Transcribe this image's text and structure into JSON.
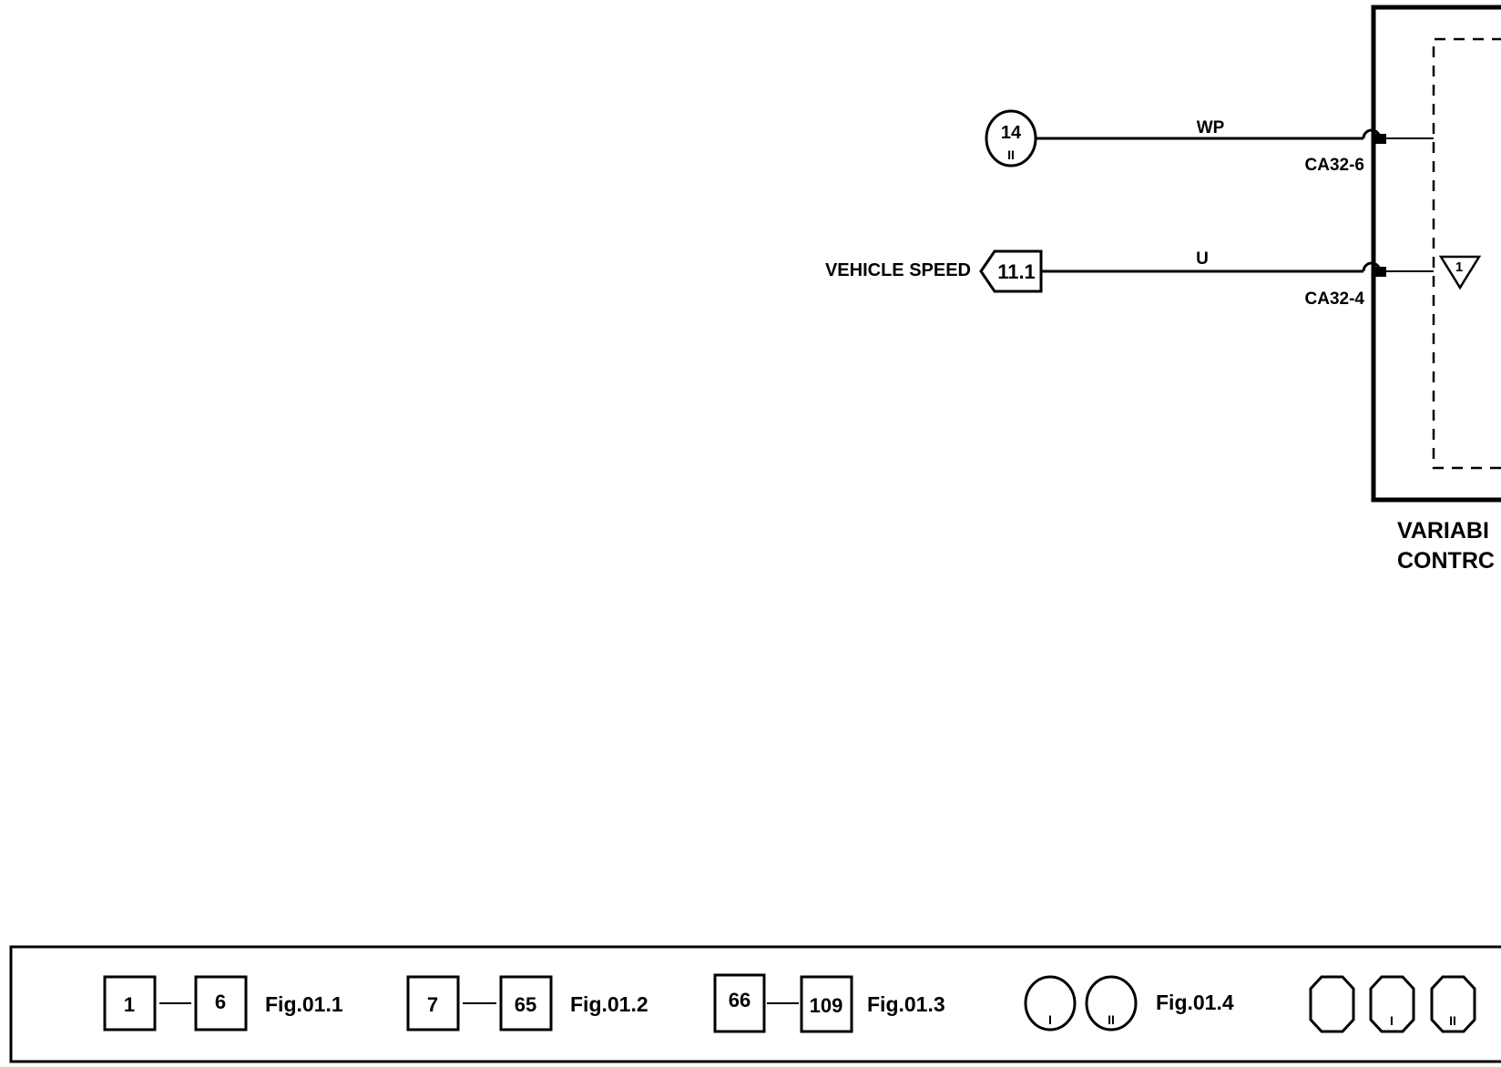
{
  "wires": [
    {
      "color_code": "WP",
      "connector": "CA32-6",
      "reference_top": "14",
      "reference_bottom": "II"
    },
    {
      "color_code": "U",
      "connector": "CA32-4",
      "signal_label": "VEHICLE SPEED",
      "reference": "11.1"
    }
  ],
  "module": {
    "label_line1": "VARIABI",
    "label_line2": "CONTRC",
    "internal_symbol": "1"
  },
  "legend": {
    "groups": [
      {
        "from": "1",
        "to": "6",
        "figure": "Fig.01.1"
      },
      {
        "from": "7",
        "to": "65",
        "figure": "Fig.01.2"
      },
      {
        "from": "66",
        "to": "109",
        "figure": "Fig.01.3"
      }
    ],
    "circles": {
      "first": "I",
      "second": "II",
      "figure": "Fig.01.4"
    },
    "octagons": {
      "second": "I",
      "third": "II"
    }
  }
}
